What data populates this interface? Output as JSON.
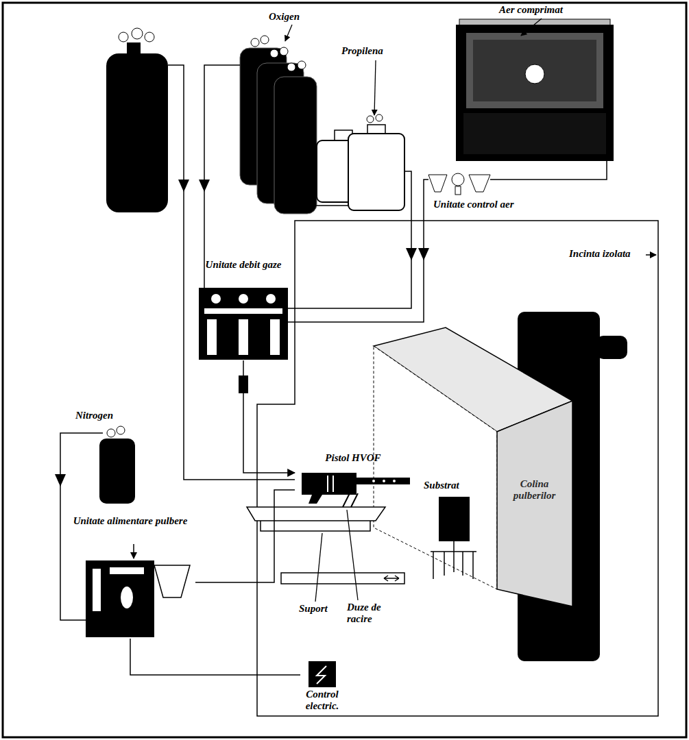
{
  "diagram": {
    "nodes": [
      {
        "text": [
          "Unitate debit gaze"
        ]
      },
      {
        "text": [
          "Pistol HVOF"
        ]
      },
      {
        "text": [
          "Unitate alimentare pulbere"
        ]
      },
      {
        "text": [
          "Control electric."
        ]
      },
      {
        "text": [
          "Colina pulberilor"
        ]
      }
    ],
    "edges": [
      {
        "from": 0,
        "to": 1,
        "arrow": "to"
      },
      {
        "from": 2,
        "to": 1,
        "arrow": "none"
      },
      {
        "from": 2,
        "to": 3,
        "arrow": "none"
      }
    ],
    "labels": [
      "Oxigen",
      "Propilena",
      "Aer comprimat",
      "Unitate control aer",
      "Incinta izolata",
      "Nitrogen",
      "Substrat",
      "Suport",
      "Duze de racire"
    ]
  }
}
